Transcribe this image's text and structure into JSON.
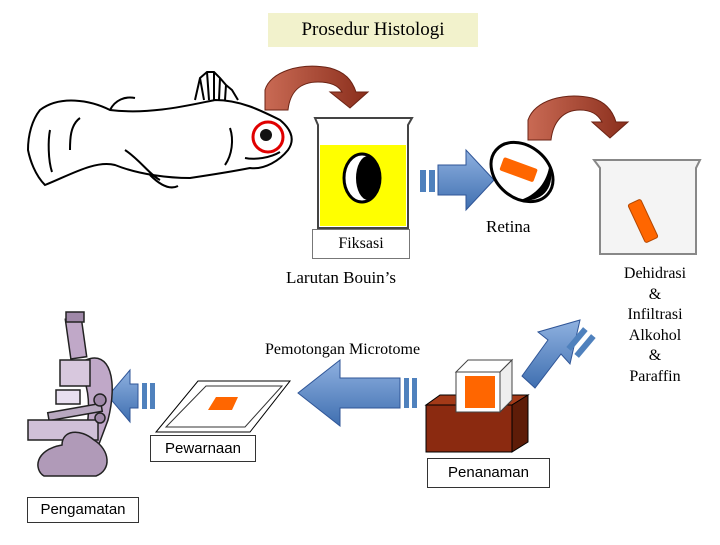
{
  "title": "Prosedur Histologi",
  "labels": {
    "fiksasi": "Fiksasi",
    "retina": "Retina",
    "larutan": "Larutan Bouin’s",
    "dehidrasi": "Dehidrasi\n&\nInfiltrasi\nAlkohol\n&\nParaffin",
    "microtome": "Pemotongan Microtome",
    "pewarnaan": "Pewarnaan",
    "penanaman": "Penanaman",
    "pengamatan": "Pengamatan"
  },
  "colors": {
    "bouin_solution": "#ffff00",
    "retina_tissue": "#ff6600",
    "arrow_blue": "#4f81bd",
    "arrow_red": "#a0402a",
    "highlight_circle": "#e00000",
    "block": "#8b2a10",
    "microscope": "#c0a8c8"
  }
}
